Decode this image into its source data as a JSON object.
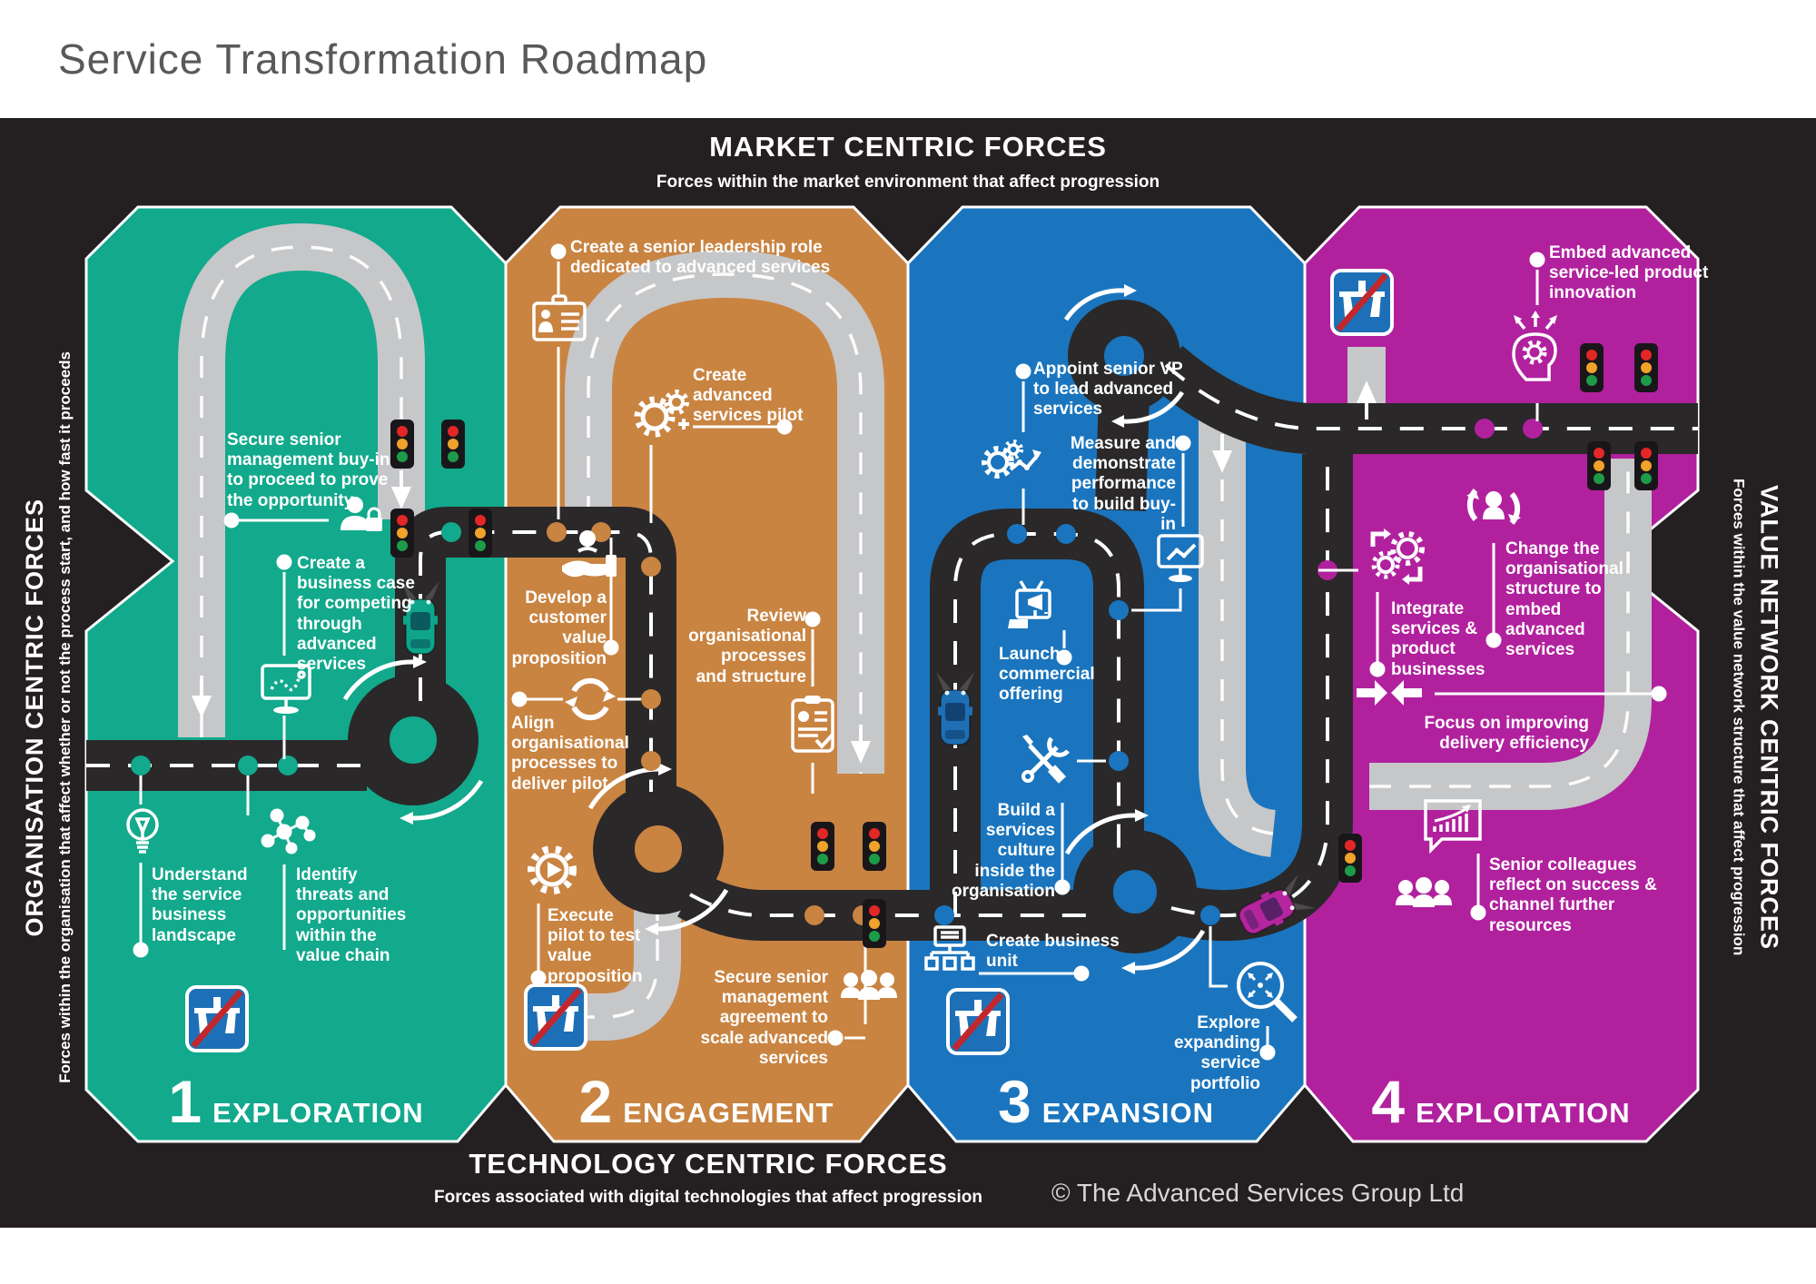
{
  "page_title": "Service Transformation Roadmap",
  "copyright": "© The Advanced Services Group Ltd",
  "colors": {
    "background_dark": "#241F21",
    "phase1_teal": "#12A98C",
    "phase2_orange": "#C98442",
    "phase3_blue": "#1A75BE",
    "phase4_magenta": "#B1219E",
    "road_dark": "#2B2829",
    "road_gray": "#C6C7C9",
    "sign_blue": "#1D70B7",
    "sign_slash_red": "#C1272D",
    "traffic_red": "#E32726",
    "traffic_amber": "#F0A22B",
    "traffic_green": "#1D9B48",
    "title_gray": "#58595B"
  },
  "forces": {
    "top": {
      "title": "MARKET CENTRIC FORCES",
      "subtitle": "Forces within the market environment that affect progression"
    },
    "bottom": {
      "title": "TECHNOLOGY CENTRIC FORCES",
      "subtitle": "Forces associated with digital technologies that affect progression"
    },
    "left": {
      "title": "ORGANISATION CENTRIC FORCES",
      "subtitle": "Forces within the organisation that affect whether or not the process start, and how fast it proceeds"
    },
    "right": {
      "title": "VALUE NETWORK CENTRIC FORCES",
      "subtitle": "Forces within the value network structure that affect progression"
    }
  },
  "phases": [
    {
      "number": "1",
      "name": "EXPLORATION",
      "color": "#12A98C",
      "milestones": [
        {
          "icon": "person-lock-icon",
          "label": "Secure senior management buy-in to proceed to prove the opportunity"
        },
        {
          "icon": "business-case-monitor-icon",
          "label": "Create a business case for competing through advanced services"
        },
        {
          "icon": "lightbulb-icon",
          "label": "Understand the service business landscape"
        },
        {
          "icon": "molecule-icon",
          "label": "Identify threats and opportunities within the value chain"
        }
      ]
    },
    {
      "number": "2",
      "name": "ENGAGEMENT",
      "color": "#C98442",
      "milestones": [
        {
          "icon": "id-badge-icon",
          "label": "Create a senior leadership role dedicated to advanced services"
        },
        {
          "icon": "gears-plus-icon",
          "label": "Create advanced services pilot"
        },
        {
          "icon": "hand-person-icon",
          "label": "Develop a customer value proposition"
        },
        {
          "icon": "cycle-arrows-icon",
          "label": "Align organisational processes to deliver pilot"
        },
        {
          "icon": "clipboard-icon",
          "label": "Review organisational processes and structure"
        },
        {
          "icon": "gear-play-icon",
          "label": "Execute pilot to test value proposition"
        },
        {
          "icon": "team-icon",
          "label": "Secure senior management agreement to scale advanced services"
        }
      ]
    },
    {
      "number": "3",
      "name": "EXPANSION",
      "color": "#1A75BE",
      "milestones": [
        {
          "icon": "gear-chart-icon",
          "label": "Appoint senior VP to lead advanced services"
        },
        {
          "icon": "monitor-chart-icon",
          "label": "Measure and demonstrate performance to build buy-in"
        },
        {
          "icon": "broadcast-hand-icon",
          "label": "Launch commercial offering"
        },
        {
          "icon": "tools-icon",
          "label": "Build a services culture inside the organisation"
        },
        {
          "icon": "org-chart-icon",
          "label": "Create business unit"
        },
        {
          "icon": "magnifier-expand-icon",
          "label": "Explore expanding service portfolio"
        }
      ]
    },
    {
      "number": "4",
      "name": "EXPLOITATION",
      "color": "#B1219E",
      "milestones": [
        {
          "icon": "idea-head-icon",
          "label": "Embed advanced service-led product innovation"
        },
        {
          "icon": "person-cycle-icon",
          "label": "Change the organisational structure to embed advanced services"
        },
        {
          "icon": "gears-transfer-icon",
          "label": "Integrate services & product businesses"
        },
        {
          "icon": "converge-arrows-icon",
          "label": "Focus on improving delivery efficiency"
        },
        {
          "icon": "team-chart-icon",
          "label": "Senior colleagues reflect on success & channel further resources"
        }
      ]
    }
  ]
}
